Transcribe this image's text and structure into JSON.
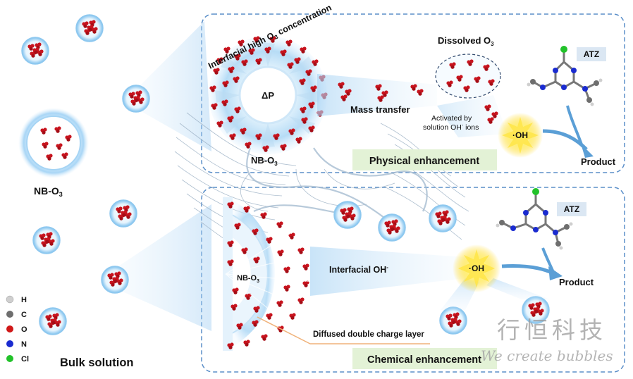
{
  "labels": {
    "interfacial_high": "Interfacial high O",
    "interfacial_high_sub": "3",
    "interfacial_high_tail": " concentration",
    "delta_p": "ΔP",
    "nb_o3": "NB-O",
    "sub3": "3",
    "mass_transfer": "Mass transfer",
    "dissolved_o3": "Dissolved O",
    "activated_line1": "Activated by",
    "activated_line2": "solution OH",
    "activated_sup": "-",
    "activated_tail": " ions",
    "oh_radical": "·OH",
    "atz": "ATZ",
    "product": "Product",
    "physical_enhancement": "Physical enhancement",
    "chemical_enhancement": "Chemical enhancement",
    "interfacial_oh": "Interfacial OH",
    "interfacial_oh_sup": "-",
    "diffused_layer": "Diffused double charge layer",
    "bulk_solution": "Bulk solution"
  },
  "legend": [
    {
      "symbol": "H",
      "color": "#cfcfcf"
    },
    {
      "symbol": "C",
      "color": "#6e6e6e"
    },
    {
      "symbol": "O",
      "color": "#d01818"
    },
    {
      "symbol": "N",
      "color": "#1a2bd0"
    },
    {
      "symbol": "Cl",
      "color": "#22c22a"
    }
  ],
  "watermark": {
    "cn": "行恒科技",
    "en": "We create bubbles"
  },
  "colors": {
    "panel_border": "#5b8fc9",
    "bubble": "#bfe0f8",
    "oxygen": "#c8141e",
    "oh_glow": "#ffe866",
    "enhance_bg": "#e3f2d6",
    "callout": "#f0b27a"
  }
}
